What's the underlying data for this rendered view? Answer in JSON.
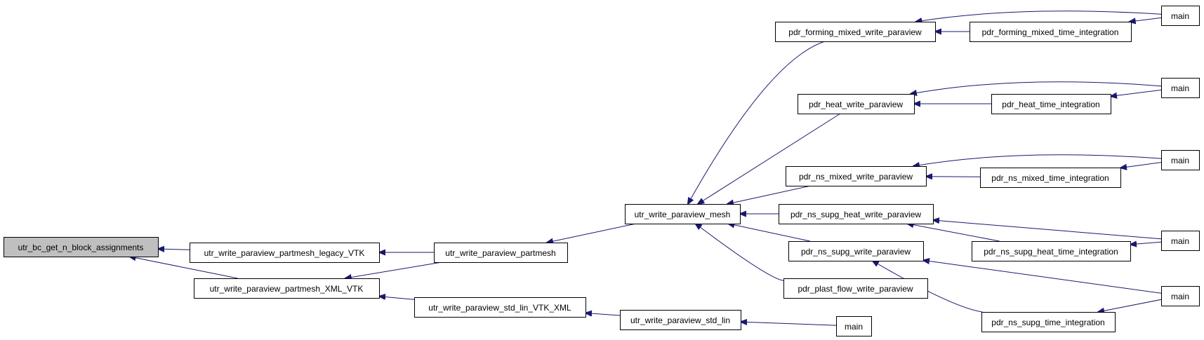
{
  "colors": {
    "edge": "#191970",
    "root_fill": "#bfbfbf",
    "node_fill": "#ffffff",
    "node_border": "#000000"
  },
  "nodes": [
    {
      "id": "root",
      "label": "utr_bc_get_n_block_assignments",
      "root": true
    },
    {
      "id": "legacy_vtk",
      "label": "utr_write_paraview_partmesh_legacy_VTK"
    },
    {
      "id": "xml_vtk",
      "label": "utr_write_paraview_partmesh_XML_VTK"
    },
    {
      "id": "partmesh",
      "label": "utr_write_paraview_partmesh"
    },
    {
      "id": "std_lin_vtk_xml",
      "label": "utr_write_paraview_std_lin_VTK_XML"
    },
    {
      "id": "paraview_mesh",
      "label": "utr_write_paraview_mesh"
    },
    {
      "id": "std_lin",
      "label": "utr_write_paraview_std_lin"
    },
    {
      "id": "main_std_lin",
      "label": "main"
    },
    {
      "id": "forming_write",
      "label": "pdr_forming_mixed_write_paraview"
    },
    {
      "id": "heat_write",
      "label": "pdr_heat_write_paraview"
    },
    {
      "id": "ns_mixed_write",
      "label": "pdr_ns_mixed_write_paraview"
    },
    {
      "id": "ns_supg_heat_write",
      "label": "pdr_ns_supg_heat_write_paraview"
    },
    {
      "id": "ns_supg_write",
      "label": "pdr_ns_supg_write_paraview"
    },
    {
      "id": "plast_flow_write",
      "label": "pdr_plast_flow_write_paraview"
    },
    {
      "id": "forming_time",
      "label": "pdr_forming_mixed_time_integration"
    },
    {
      "id": "heat_time",
      "label": "pdr_heat_time_integration"
    },
    {
      "id": "ns_mixed_time",
      "label": "pdr_ns_mixed_time_integration"
    },
    {
      "id": "ns_supg_heat_time",
      "label": "pdr_ns_supg_heat_time_integration"
    },
    {
      "id": "ns_supg_time",
      "label": "pdr_ns_supg_time_integration"
    },
    {
      "id": "main_forming",
      "label": "main"
    },
    {
      "id": "main_heat",
      "label": "main"
    },
    {
      "id": "main_ns_mixed",
      "label": "main"
    },
    {
      "id": "main_ns_supg_heat",
      "label": "main"
    },
    {
      "id": "main_ns_supg",
      "label": "main"
    }
  ],
  "edges": [
    {
      "from": "legacy_vtk",
      "to": "root"
    },
    {
      "from": "xml_vtk",
      "to": "root"
    },
    {
      "from": "partmesh",
      "to": "legacy_vtk"
    },
    {
      "from": "partmesh",
      "to": "xml_vtk"
    },
    {
      "from": "std_lin_vtk_xml",
      "to": "xml_vtk"
    },
    {
      "from": "paraview_mesh",
      "to": "partmesh"
    },
    {
      "from": "std_lin",
      "to": "std_lin_vtk_xml"
    },
    {
      "from": "main_std_lin",
      "to": "std_lin"
    },
    {
      "from": "forming_write",
      "to": "paraview_mesh"
    },
    {
      "from": "heat_write",
      "to": "paraview_mesh"
    },
    {
      "from": "ns_mixed_write",
      "to": "paraview_mesh"
    },
    {
      "from": "ns_supg_heat_write",
      "to": "paraview_mesh"
    },
    {
      "from": "ns_supg_write",
      "to": "paraview_mesh"
    },
    {
      "from": "plast_flow_write",
      "to": "paraview_mesh"
    },
    {
      "from": "forming_time",
      "to": "forming_write"
    },
    {
      "from": "main_forming",
      "to": "forming_write"
    },
    {
      "from": "main_forming",
      "to": "forming_time"
    },
    {
      "from": "heat_time",
      "to": "heat_write"
    },
    {
      "from": "main_heat",
      "to": "heat_write"
    },
    {
      "from": "main_heat",
      "to": "heat_time"
    },
    {
      "from": "ns_mixed_time",
      "to": "ns_mixed_write"
    },
    {
      "from": "main_ns_mixed",
      "to": "ns_mixed_write"
    },
    {
      "from": "main_ns_mixed",
      "to": "ns_mixed_time"
    },
    {
      "from": "ns_supg_heat_time",
      "to": "ns_supg_heat_write"
    },
    {
      "from": "main_ns_supg_heat",
      "to": "ns_supg_heat_write"
    },
    {
      "from": "main_ns_supg_heat",
      "to": "ns_supg_heat_time"
    },
    {
      "from": "ns_supg_time",
      "to": "ns_supg_write"
    },
    {
      "from": "main_ns_supg",
      "to": "ns_supg_write"
    },
    {
      "from": "main_ns_supg",
      "to": "ns_supg_time"
    }
  ]
}
